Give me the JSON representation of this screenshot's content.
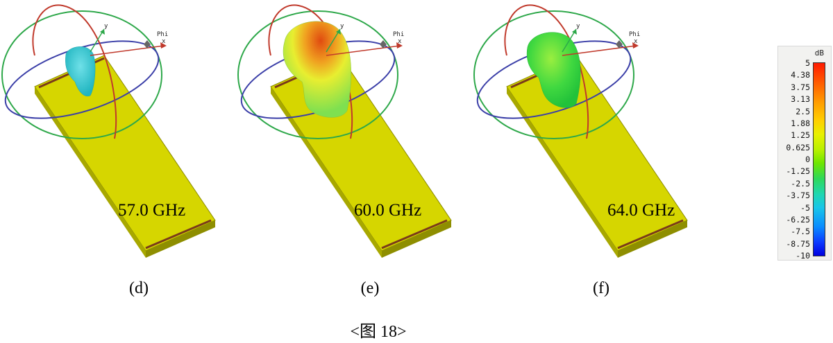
{
  "panels": [
    {
      "id": "d",
      "frequency_label": "57.0 GHz",
      "caption": "(d)",
      "axis_labels": {
        "phi": "Phi",
        "x": "x",
        "y": "y"
      }
    },
    {
      "id": "e",
      "frequency_label": "60.0 GHz",
      "caption": "(e)",
      "axis_labels": {
        "phi": "Phi",
        "x": "x",
        "y": "y"
      }
    },
    {
      "id": "f",
      "frequency_label": "64.0 GHz",
      "caption": "(f)",
      "axis_labels": {
        "phi": "Phi",
        "x": "x",
        "y": "y"
      }
    }
  ],
  "legend": {
    "unit": "dB",
    "ticks": [
      "5",
      "4.38",
      "3.75",
      "3.13",
      "2.5",
      "1.88",
      "1.25",
      "0.625",
      "0",
      "-1.25",
      "-2.5",
      "-3.75",
      "-5",
      "-6.25",
      "-7.5",
      "-8.75",
      "-10"
    ],
    "colors": {
      "high": "#ff1a00",
      "mid": "#e8f000",
      "low": "#0000e0"
    }
  },
  "figure_title": "<图 18>",
  "colors": {
    "board": "#d6d600",
    "board_dark": "#9a9a00",
    "slot": "#7a3b1a",
    "ring_green": "#2ea84a",
    "ring_blue": "#3b3fa8",
    "ring_red": "#c0392b",
    "pattern_d": "#38c9c9",
    "pattern_e_outer": "#b8e830",
    "pattern_e_inner": "#e05a10",
    "pattern_f": "#38cf40"
  }
}
